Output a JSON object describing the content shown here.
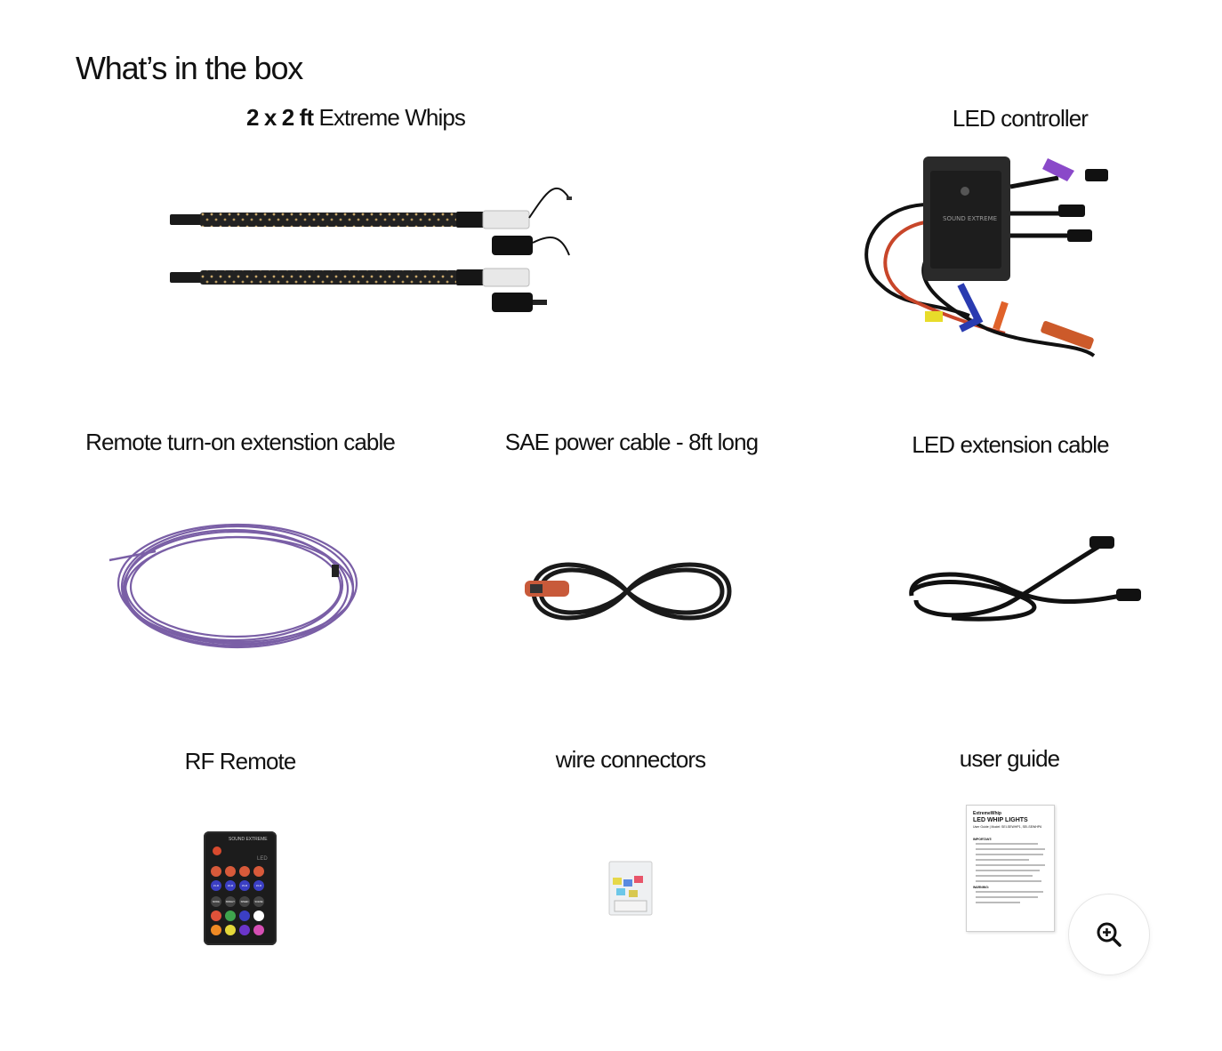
{
  "section": {
    "title": "What’s in the box"
  },
  "items": [
    {
      "qty_bold": "2 x 2 ft",
      "label": "Extreme Whips"
    },
    {
      "label": "LED controller"
    },
    {
      "label": "Remote turn-on extenstion cable"
    },
    {
      "label": "SAE power cable - 8ft long"
    },
    {
      "label": "LED extension cable"
    },
    {
      "label": "RF Remote"
    },
    {
      "label": "wire connectors"
    },
    {
      "label": "user guide"
    }
  ],
  "controller_brand": "SOUND EXTREME",
  "remote": {
    "brand": "SOUND EXTREME",
    "mode_label": "LED",
    "zone_buttons": [
      "Z1-M",
      "Z2-M",
      "Z3-M",
      "Z4-M"
    ],
    "function_buttons": [
      "MODE",
      "BRIGHT",
      "SPEED",
      "SCENE"
    ],
    "color_buttons": [
      "#e0523a",
      "#3fa34d",
      "#3b3fc4",
      "#ffffff",
      "#f08a24",
      "#e4d83a",
      "#6a35c9",
      "#d64fb4"
    ]
  },
  "guide": {
    "brand": "ExtremeWhip",
    "title": "LED WHIP LIGHTS",
    "subtitle": "User Guide | Model: SEI-SEWHP1, SEI-SEWHP6",
    "important": "IMPORTANT:",
    "warning": "WARNING:"
  },
  "zoom": {
    "icon": "zoom-in-icon"
  }
}
